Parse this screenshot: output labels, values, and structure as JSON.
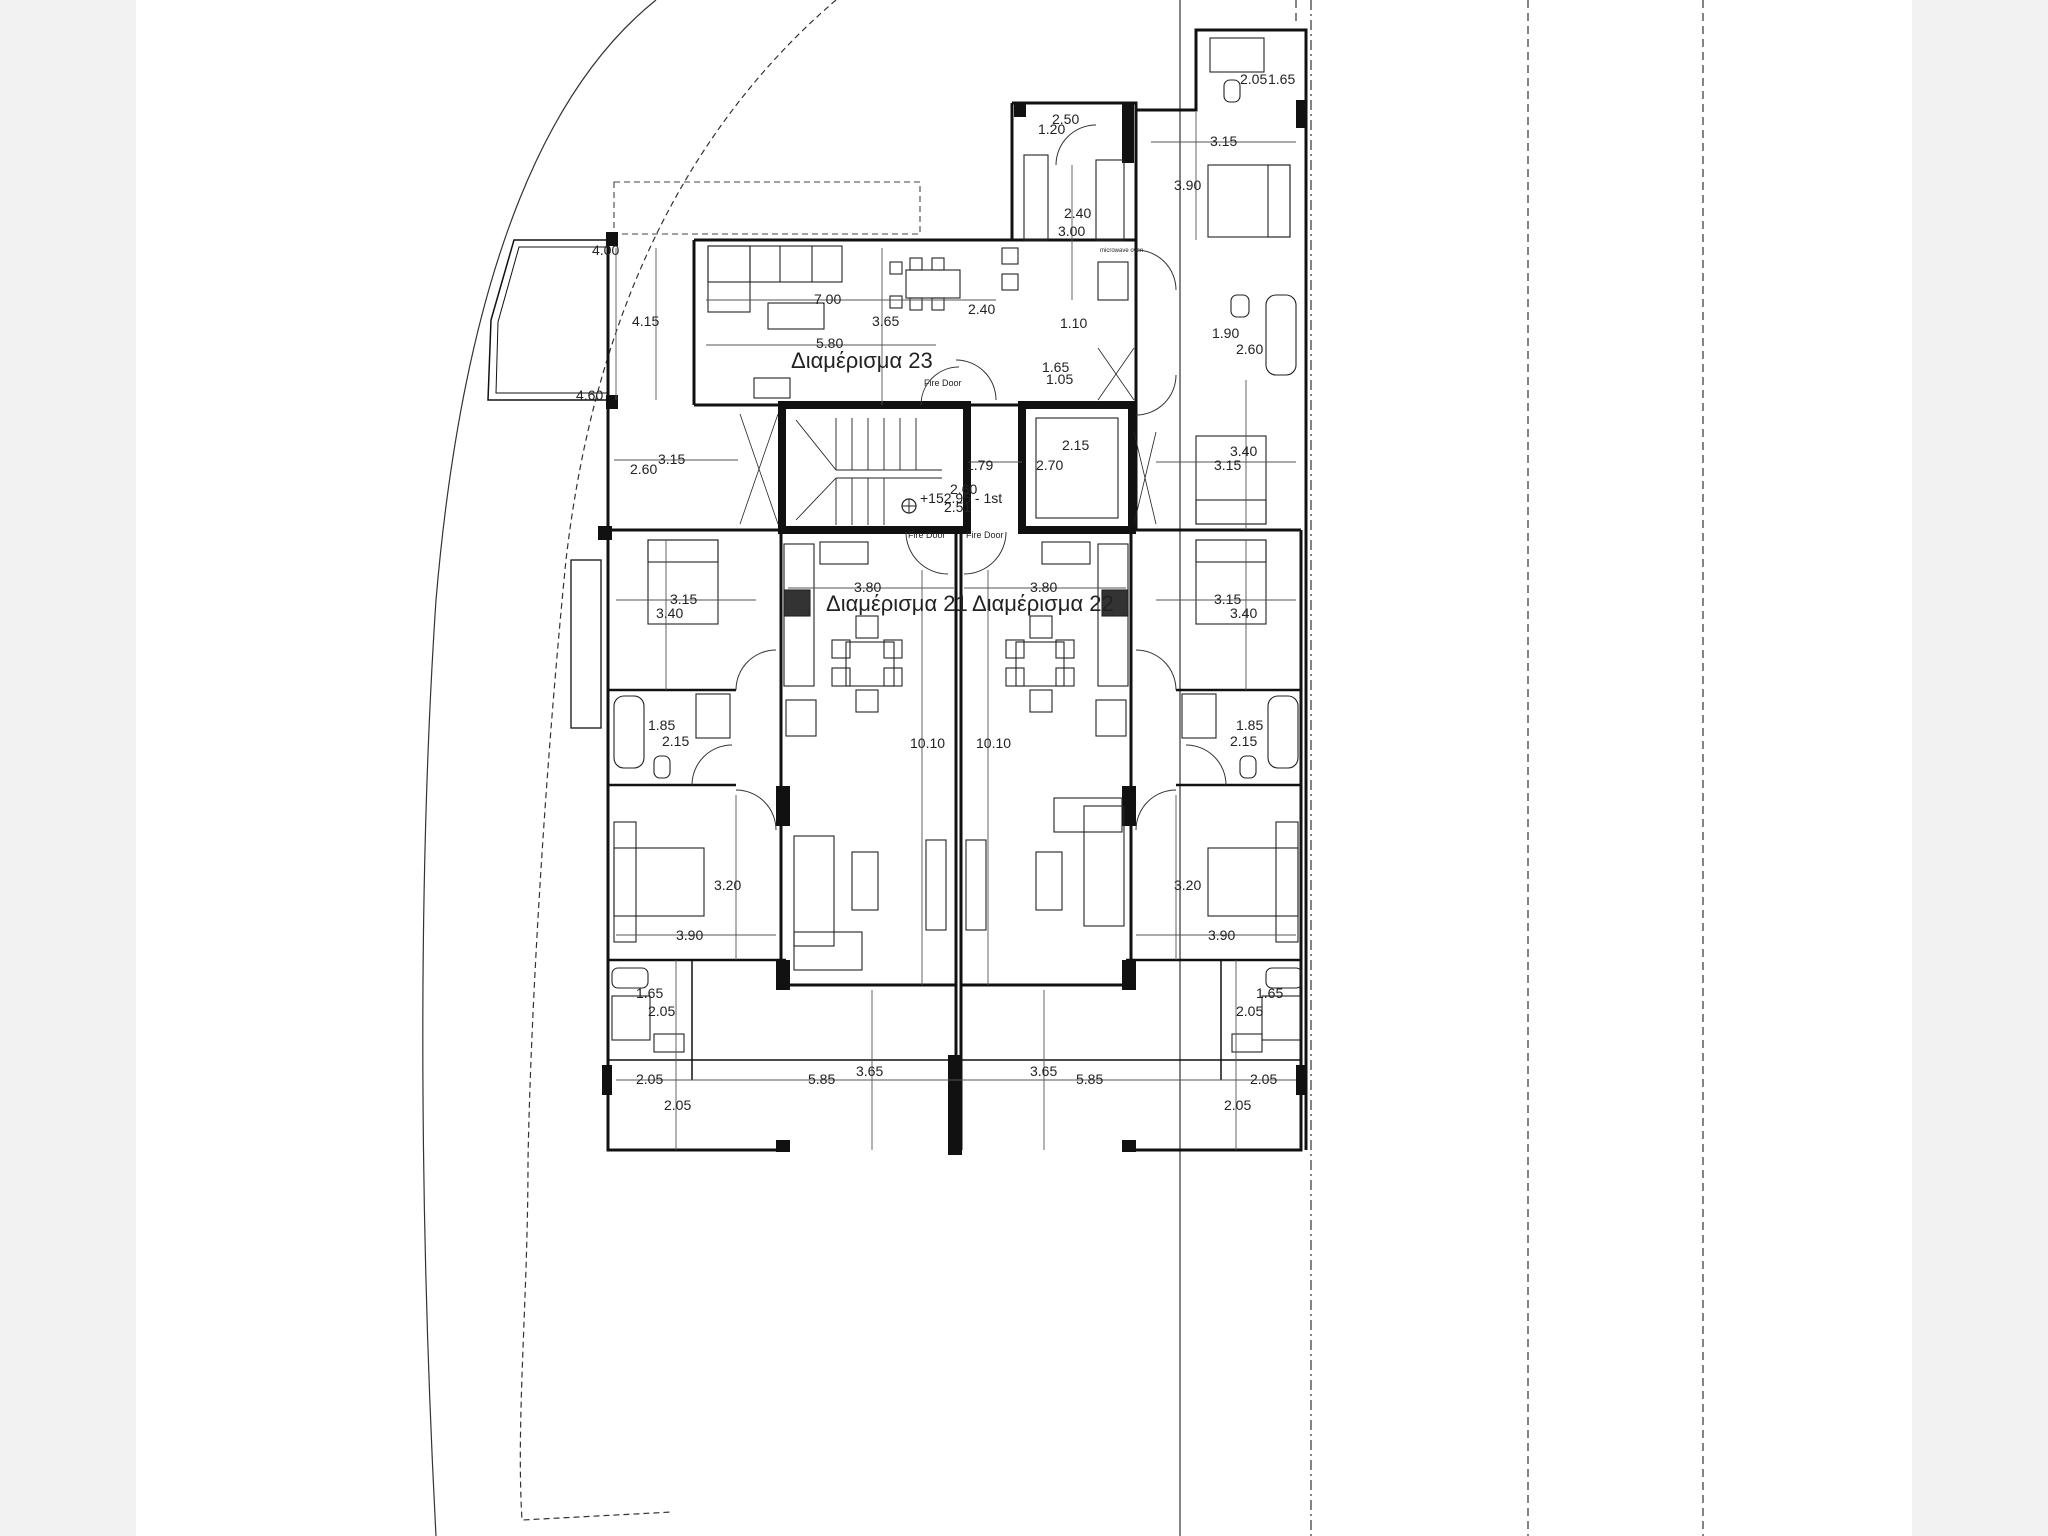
{
  "plan": {
    "apartments": [
      {
        "key": "apt23",
        "label": "Διαμέρισμα 23"
      },
      {
        "key": "apt21",
        "label": "Διαμέρισμα 21"
      },
      {
        "key": "apt22",
        "label": "Διαμέρισμα 22"
      }
    ],
    "notes": {
      "fire_door": "Fire Door",
      "level": "+152.95 - 1st",
      "microwave": "microwave oven"
    },
    "dimensions": [
      "2.05",
      "1.65",
      "1.20",
      "2.50",
      "3.15",
      "3.90",
      "2.40",
      "3.00",
      "4.00",
      "7.00",
      "4.15",
      "3.65",
      "2.40",
      "1.10",
      "1.90",
      "2.60",
      "5.80",
      "1.65",
      "1.05",
      "4.60",
      "3.40",
      "3.15",
      "2.15",
      "2.70",
      "2.60",
      "3.15",
      "1.79",
      "2.60",
      "2.51",
      "3.80",
      "3.80",
      "3.15",
      "3.40",
      "3.15",
      "3.40",
      "1.85",
      "2.15",
      "1.85",
      "2.15",
      "10.10",
      "10.10",
      "3.20",
      "3.20",
      "3.90",
      "3.90",
      "1.65",
      "2.05",
      "1.65",
      "2.05",
      "2.05",
      "5.85",
      "3.65",
      "3.65",
      "5.85",
      "2.05",
      "2.05",
      "2.05"
    ]
  }
}
